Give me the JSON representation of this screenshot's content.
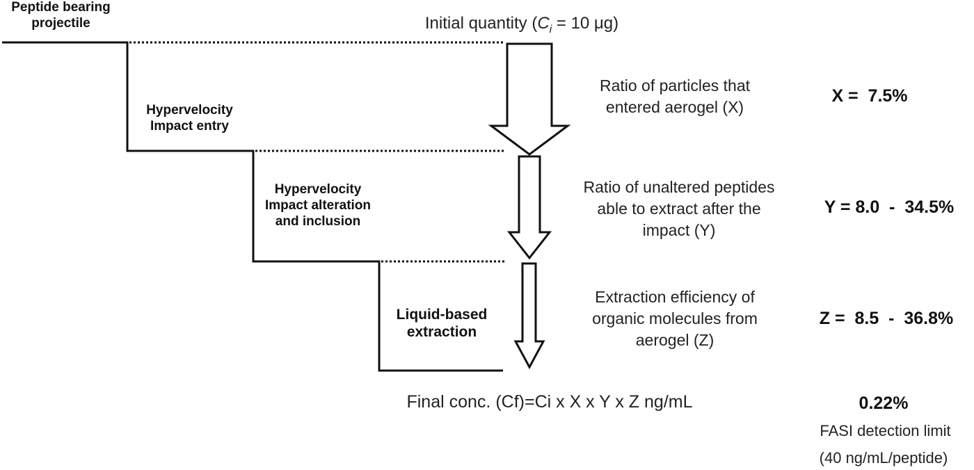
{
  "stages": {
    "projectile": "Peptide bearing projectile",
    "entry": "Hypervelocity Impact entry",
    "alteration": "Hypervelocity Impact alteration and inclusion",
    "extraction": "Liquid-based extraction"
  },
  "initial_quantity": {
    "prefix": "Initial quantity (",
    "symbol": "C",
    "subscript": "i",
    "suffix": " = 10 μg)"
  },
  "ratios": [
    {
      "description": "Ratio of particles that entered aerogel (X)",
      "value": "X =  7.5%"
    },
    {
      "description": "Ratio of unaltered peptides able to extract after the impact (Y)",
      "value": "Y = 8.0  -  34.5%"
    },
    {
      "description": "Extraction efficiency of organic molecules from aerogel (Z)",
      "value": "Z =  8.5  -  36.8%"
    }
  ],
  "final": {
    "formula": "Final conc. (Cf)=Ci x X x Y x Z ng/mL",
    "result": "0.22%",
    "detection_limit": "FASI detection limit",
    "detection_limit_value": "(40 ng/mL/peptide)"
  }
}
